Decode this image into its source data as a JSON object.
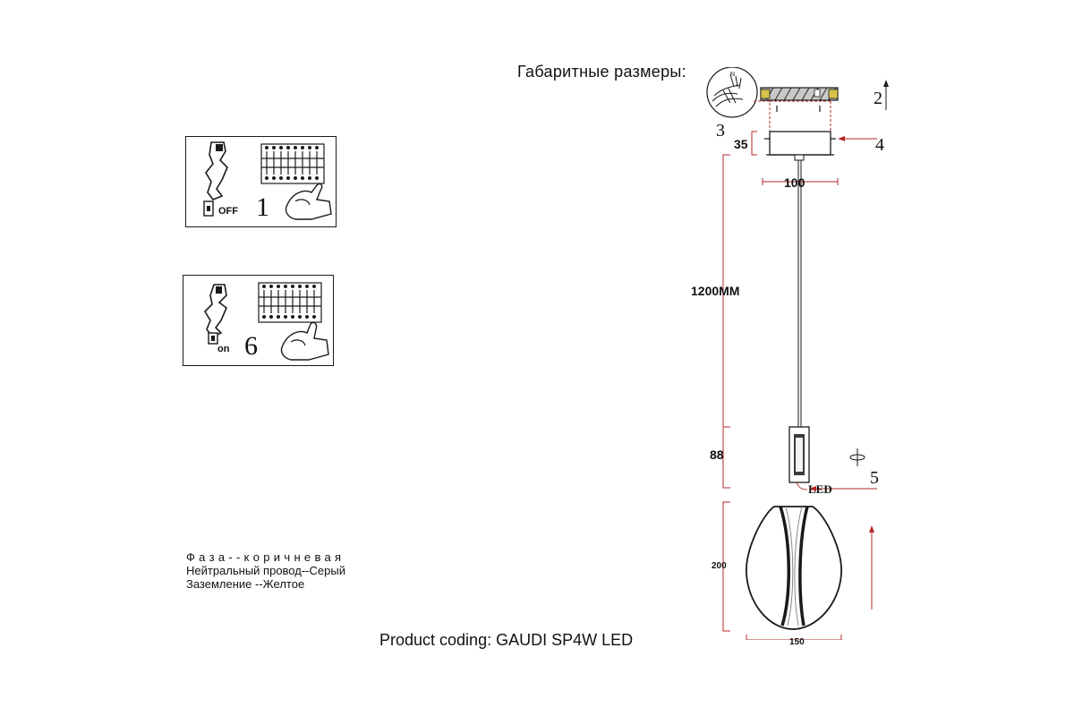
{
  "title": "Габаритные размеры:",
  "product_coding": "Product coding: GAUDI SP4W LED",
  "wiring": {
    "phase": "Фаза--коричневая",
    "neutral": "Нейтральный провод--Серый",
    "ground": "Заземление --Желтое"
  },
  "panels": [
    {
      "state": "OFF",
      "step": "1"
    },
    {
      "state": "on",
      "step": "6"
    }
  ],
  "dimensions": {
    "cable_length": "1200MM",
    "canopy_height": "35",
    "canopy_width": "100",
    "holder_height": "88",
    "shade_height": "200",
    "shade_width": "150"
  },
  "callouts": [
    "2",
    "3",
    "4",
    "5"
  ],
  "led_label": "LED",
  "colors": {
    "line": "#1a1a1a",
    "dimension": "#b52828",
    "accent": "#d8c24a"
  }
}
